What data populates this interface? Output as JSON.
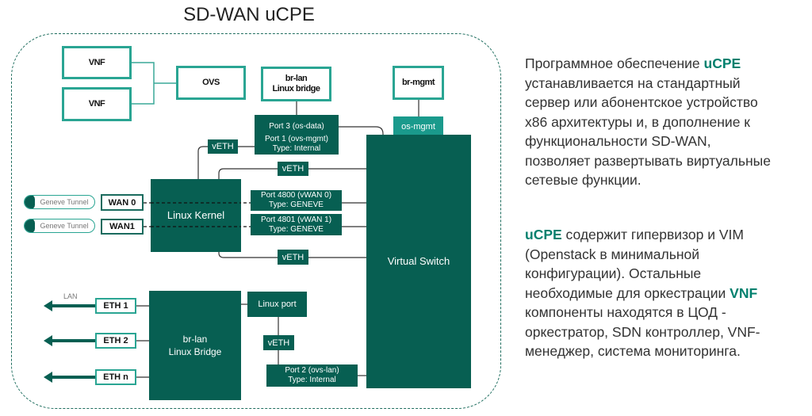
{
  "title": "SD-WAN uCPE",
  "colors": {
    "primary": "#075f52",
    "accent": "#2aa593",
    "mgmt": "#1a9a8c",
    "highlight": "#00806e"
  },
  "diagram": {
    "vnf1": "VNF",
    "vnf2": "VNF",
    "ovs": "OVS",
    "br_lan_top": "br-lan\nLinux bridge",
    "br_mgmt": "br-mgmt",
    "port3": "Port 3 (os-data)",
    "os_mgmt": "os-mgmt",
    "veth1": "vETH",
    "port1": "Port 1 (ovs-mgmt)\nType: Internal",
    "veth2": "vETH",
    "linux_kernel": "Linux Kernel",
    "port4800": "Port 4800 (vWAN 0)\nType: GENEVE",
    "port4801": "Port 4801 (vWAN 1)\nType: GENEVE",
    "veth3": "vETH",
    "virtual_switch": "Virtual Switch",
    "tunnel1": "Geneve Tunnel",
    "tunnel2": "Geneve Tunnel",
    "wan0": "WAN 0",
    "wan1": "WAN1",
    "lan_label": "LAN",
    "eth1": "ETH 1",
    "eth2": "ETH 2",
    "ethn": "ETH n",
    "br_lan_bridge": "br-lan\nLinux Bridge",
    "linux_port": "Linux port",
    "veth4": "vETH",
    "port2": "Port 2 (ovs-lan)\nType: Internal"
  },
  "description": {
    "p1": [
      [
        "Программное обеспечение ",
        "uCPE"
      ],
      [
        "устанавливается на  стандартный"
      ],
      [
        "сервер или абонентское устройство"
      ],
      [
        "x86  архитектуры и, в дополнение к"
      ],
      [
        "функциональности SD-WAN,"
      ],
      [
        "позволяет развертывать виртуальные"
      ],
      [
        "сетевые функции."
      ]
    ],
    "p2": [
      [
        "",
        "uCPE",
        " содержит гипервизор и VIM"
      ],
      [
        "(Openstack в минимальной"
      ],
      [
        "конфигурации). Остальные"
      ],
      [
        "необходимые для оркестрации ",
        "VNF"
      ],
      [
        "компоненты находятся в ЦОД -"
      ],
      [
        "оркестратор, SDN контроллер, VNF-"
      ],
      [
        "менеджер, система мониторинга."
      ]
    ]
  }
}
